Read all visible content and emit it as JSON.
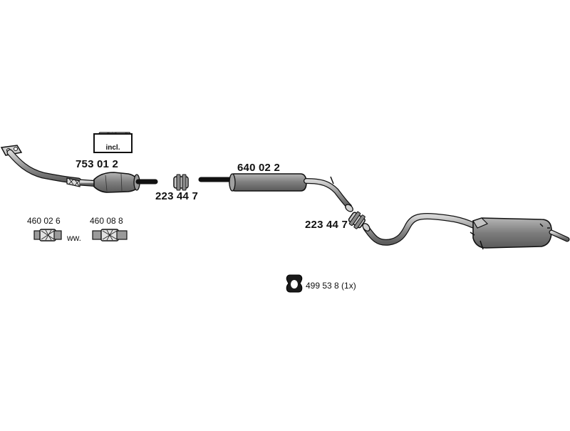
{
  "parts": {
    "catalytic_converter": "753 01 2",
    "catalytic_badge": "incl.",
    "clamp_left": "223 44 7",
    "middle_silencer": "640 02 2",
    "clamp_right": "223 44 7",
    "flex_pipe_a": "460 02 6",
    "flex_pipe_b": "460 08 8",
    "alternative": "ww.",
    "rubber_mount": "499 53 8 (1x)"
  },
  "colors": {
    "part_fill": "#8a8a8a",
    "part_light": "#bdbdbd",
    "outline": "#111111"
  },
  "icons": [
    "flange-icon",
    "catalytic-converter-icon",
    "clamp-icon",
    "silencer-icon",
    "flex-pipe-icon",
    "rubber-mount-icon",
    "kit-box-icon"
  ]
}
